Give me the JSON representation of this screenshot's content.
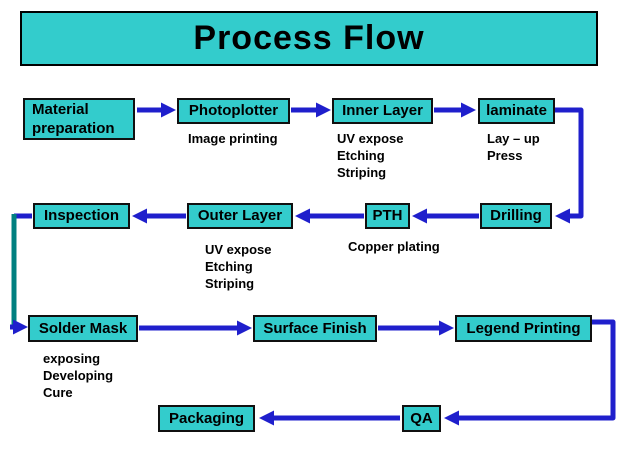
{
  "title": "Process Flow",
  "colors": {
    "box_fill": "#33cccc",
    "box_border": "#101010",
    "arrow_blue": "#1f1fcc",
    "connector_teal": "#008080",
    "text": "#000000",
    "background": "#ffffff"
  },
  "nodes": {
    "material_preparation": "Material preparation",
    "photoplotter": "Photoplotter",
    "inner_layer": "Inner Layer",
    "laminate": "laminate",
    "inspection": "Inspection",
    "outer_layer": "Outer Layer",
    "pth": "PTH",
    "drilling": "Drilling",
    "solder_mask": "Solder Mask",
    "surface_finish": "Surface Finish",
    "legend_printing": "Legend Printing",
    "packaging": "Packaging",
    "qa": "QA"
  },
  "notes": {
    "photoplotter": "Image printing",
    "inner_layer": "UV expose\nEtching\nStriping",
    "laminate": "Lay – up\nPress",
    "outer_layer": "UV expose\nEtching\nStriping",
    "pth": "Copper plating",
    "solder_mask": "exposing\nDeveloping\nCure"
  },
  "edges": [
    {
      "from": "Material preparation",
      "to": "Photoplotter"
    },
    {
      "from": "Photoplotter",
      "to": "Inner Layer"
    },
    {
      "from": "Inner Layer",
      "to": "laminate"
    },
    {
      "from": "laminate",
      "to": "Drilling"
    },
    {
      "from": "Drilling",
      "to": "PTH"
    },
    {
      "from": "PTH",
      "to": "Outer Layer"
    },
    {
      "from": "Outer Layer",
      "to": "Inspection"
    },
    {
      "from": "Inspection",
      "to": "Solder Mask"
    },
    {
      "from": "Solder Mask",
      "to": "Surface Finish"
    },
    {
      "from": "Surface Finish",
      "to": "Legend Printing"
    },
    {
      "from": "Legend Printing",
      "to": "QA"
    },
    {
      "from": "QA",
      "to": "Packaging"
    }
  ]
}
